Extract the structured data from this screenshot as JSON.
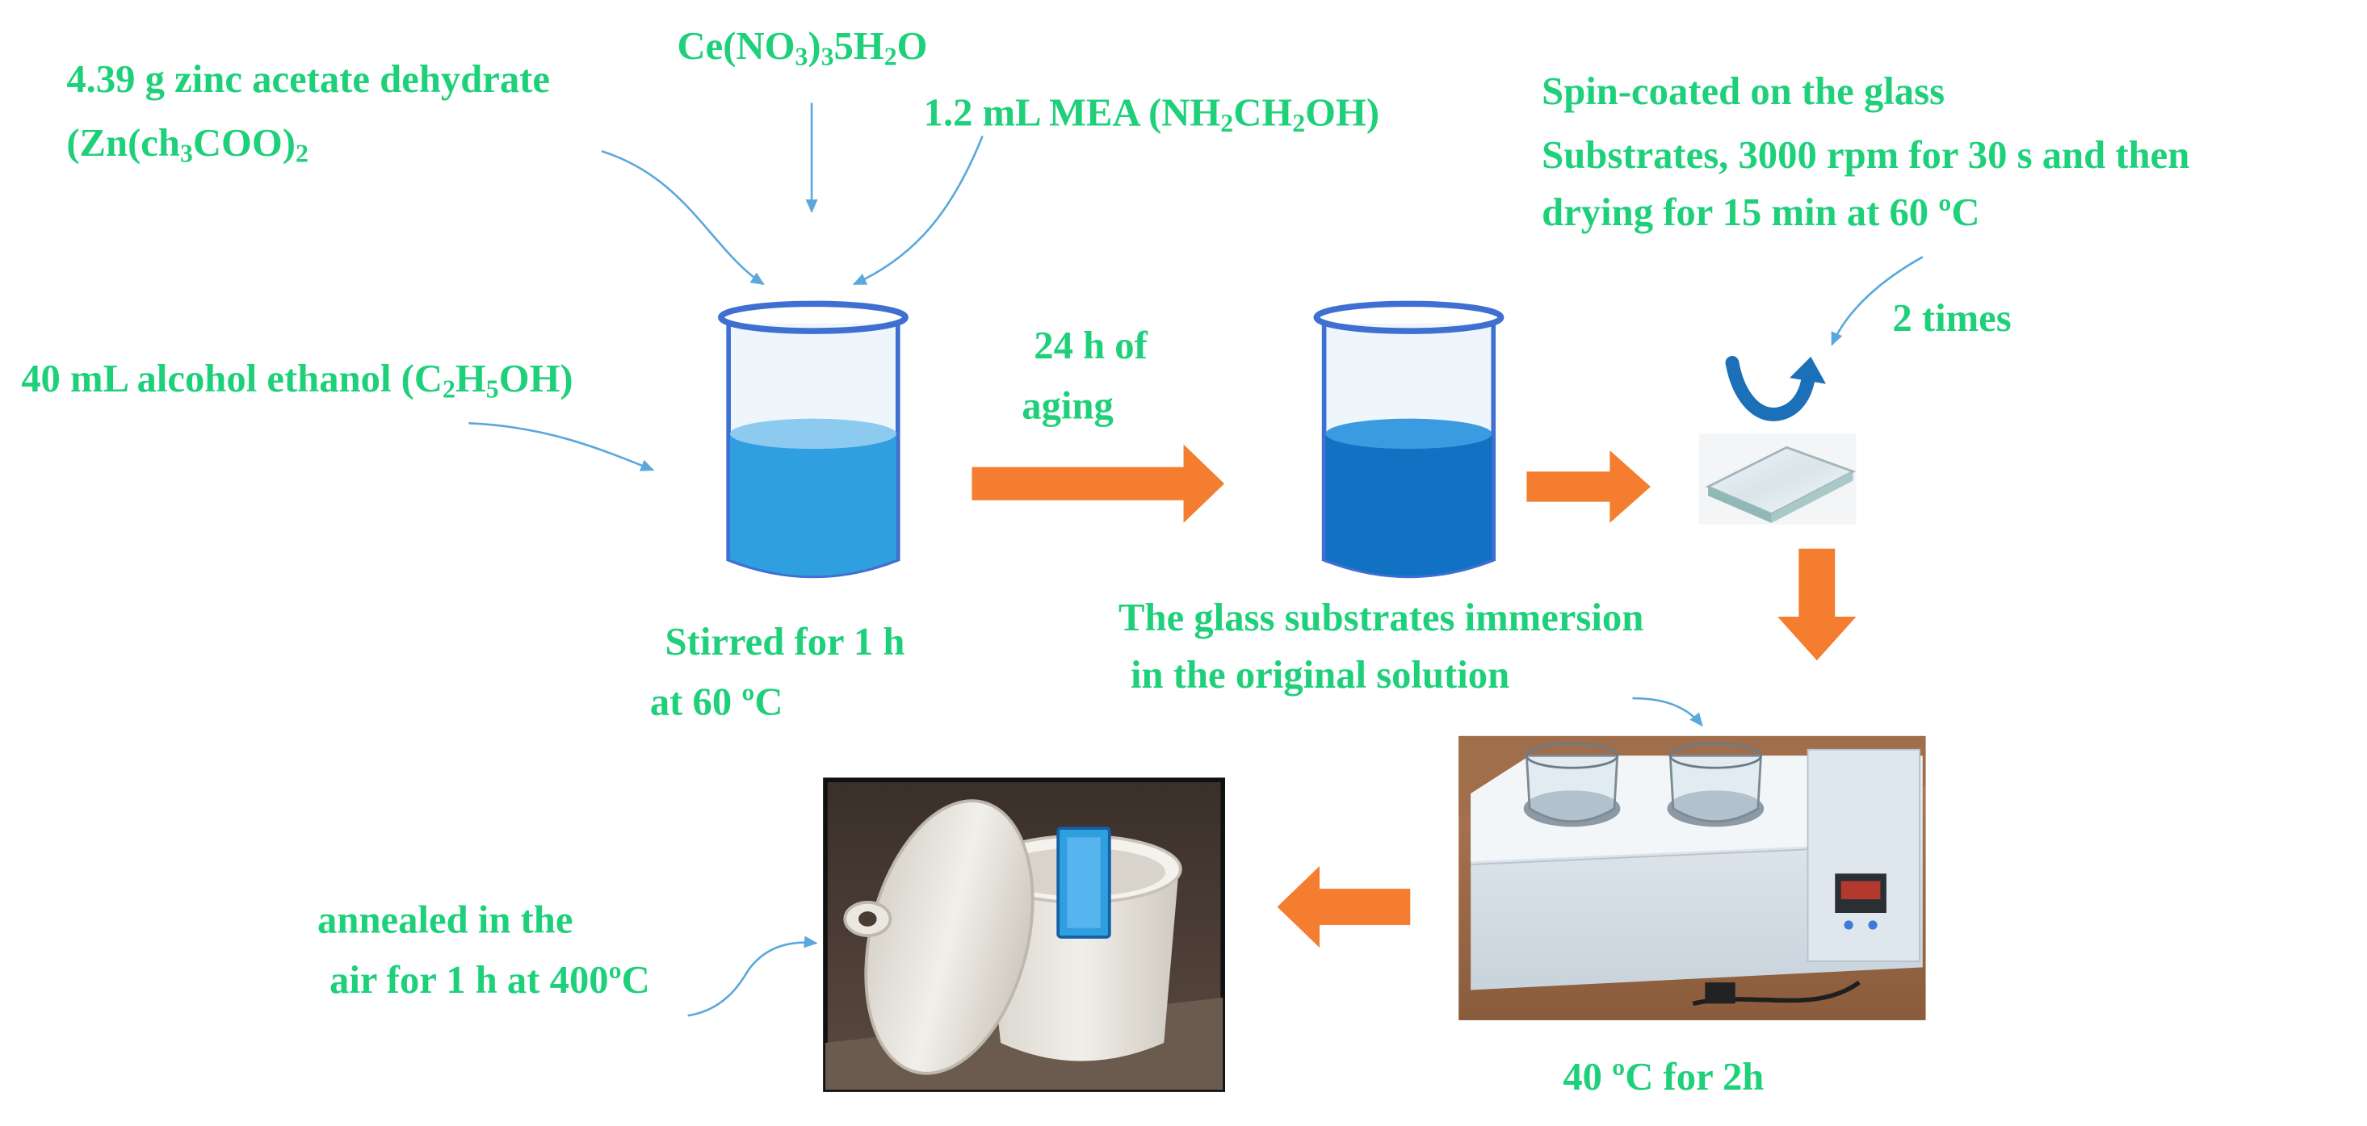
{
  "labels": {
    "zinc_acetate_a": "4.39 g zinc acetate dehydrate",
    "zinc_acetate_b": "(Zn(ch",
    "zinc_acetate_sub1": "3",
    "zinc_acetate_c": "COO)",
    "zinc_acetate_sub2": "2",
    "cerium_a": "Ce(NO",
    "cerium_sub1": "3",
    "cerium_b": ")",
    "cerium_sub2": "3",
    "cerium_c": "5H",
    "cerium_sub3": "2",
    "cerium_d": "O",
    "mea_a": "1.2 mL MEA (NH",
    "mea_sub1": "2",
    "mea_b": "CH",
    "mea_sub2": "2",
    "mea_c": "OH)",
    "ethanol_a": "40 mL alcohol ethanol (C",
    "ethanol_sub1": "2",
    "ethanol_b": "H",
    "ethanol_sub2": "5",
    "ethanol_c": "OH)",
    "stirred_line1": "Stirred for 1 h",
    "stirred_line2": "at 60 ºC",
    "aging_line1": "24 h of",
    "aging_line2": "aging",
    "spin_line1": "Spin-coated on the glass",
    "spin_line2": "Substrates, 3000 rpm for 30 s and then",
    "spin_line3": "drying for 15 min at 60 ºC",
    "times": "2 times",
    "immersion_line1": "The glass substrates immersion",
    "immersion_line2": "in the original solution",
    "bath_temp": "40 ºC for 2h",
    "anneal_line1": "annealed in the",
    "anneal_line2": "air for 1 h at 400ºC"
  },
  "colors": {
    "label_text": "#1fd07a",
    "arrow_fill": "#f47d2f",
    "thin_arrow": "#5aa8dc",
    "beaker_rim": "#3f6fd1",
    "solution_light": "#2f9fe0",
    "solution_dark": "#1172c4"
  },
  "icons": {
    "beaker_start": "beaker-icon",
    "beaker_aged": "beaker-icon",
    "glass_substrate": "glass-slide-icon",
    "rotation": "rotate-arrow-icon",
    "water_bath": "water-bath-photo",
    "crucible": "crucible-photo"
  }
}
